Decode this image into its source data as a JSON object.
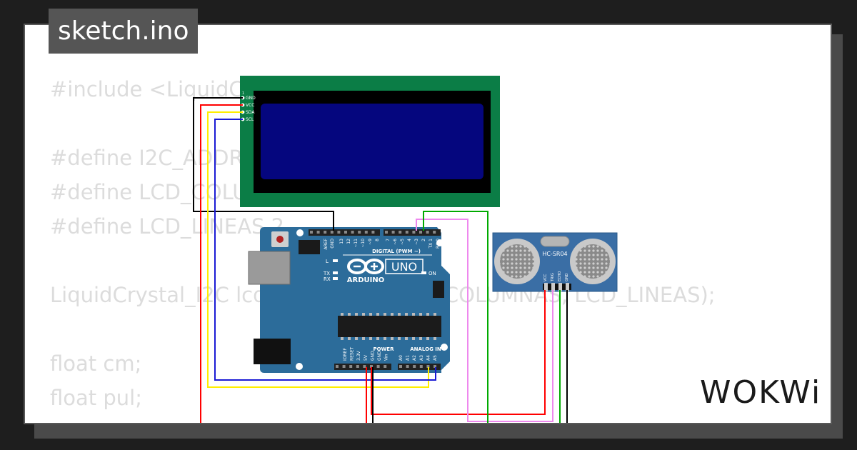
{
  "title": "sketch.ino",
  "code_lines": [
    "#include <LiquidCrystal_I2C.h>",
    "",
    "#define I2C_ADDR 0x27",
    "#define LCD_COLUMNAS 20",
    "#define LCD_LINEAS 2",
    "",
    "LiquidCrystal_I2C lcd(I2C_ADDR, LCD_COLUMNAS, LCD_LINEAS);",
    "",
    "float cm;",
    "float pul;"
  ],
  "lcd": {
    "pins": [
      "GND",
      "VCC",
      "SDA",
      "SCL"
    ],
    "pin1": "1"
  },
  "arduino": {
    "brand": "ARDUINO",
    "model": "UNO",
    "digital_label": "DIGITAL (PWM ~)",
    "power_label": "POWER",
    "analog_label": "ANALOG IN",
    "top_pins": [
      "AREF",
      "GND",
      "13",
      "12",
      "~11",
      "~10",
      "~9",
      "8",
      "7",
      "~6",
      "~5",
      "4",
      "~3",
      "2",
      "TX 1",
      "RX 0"
    ],
    "power_pins": [
      "IOREF",
      "RESET",
      "3.3V",
      "5V",
      "GND",
      "GND",
      "Vin"
    ],
    "analog_pins": [
      "A0",
      "A1",
      "A2",
      "A3",
      "A4",
      "A5"
    ],
    "led_labels": [
      "L",
      "TX",
      "RX",
      "ON"
    ]
  },
  "sensor": {
    "model": "HC-SR04",
    "pins": [
      "VCC",
      "TRIG",
      "ECHO",
      "GND"
    ]
  },
  "brand_logo": "WOKWi",
  "colors": {
    "lcd_board": "#0b7d46",
    "lcd_screen": "#05067e",
    "arduino_board": "#2c6c9a",
    "sensor_board": "#3a6ea5",
    "wire_gnd": "#000000",
    "wire_vcc": "#ff0000",
    "wire_sda": "#ffee00",
    "wire_scl": "#1a1ad4",
    "wire_trig": "#ee88ee",
    "wire_echo": "#00aa00"
  }
}
